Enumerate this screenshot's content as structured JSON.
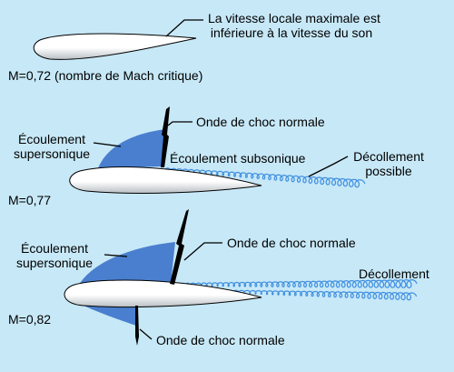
{
  "panels": [
    {
      "mach_label": "M=0,72 (nombre de Mach critique)",
      "callout_line1": "La vitesse locale maximale est",
      "callout_line2": "inférieure à la vitesse du son"
    },
    {
      "mach_label": "M=0,77",
      "shock_label": "Onde de choc normale",
      "supersonic_line1": "Écoulement",
      "supersonic_line2": "supersonique",
      "subsonic_label": "Écoulement subsonique",
      "separation_line1": "Décollement",
      "separation_line2": "possible"
    },
    {
      "mach_label": "M=0,82",
      "shock_upper_label": "Onde de choc normale",
      "supersonic_line1": "Écoulement",
      "supersonic_line2": "supersonique",
      "separation_label": "Décollement",
      "shock_lower_label": "Onde de choc normale"
    }
  ],
  "colors": {
    "background": "#c7e8f7",
    "supersonic_region": "#4a7fcf",
    "wake": "#3f8fe0",
    "shock": "#000000",
    "airfoil_fill": "#ffffff"
  }
}
